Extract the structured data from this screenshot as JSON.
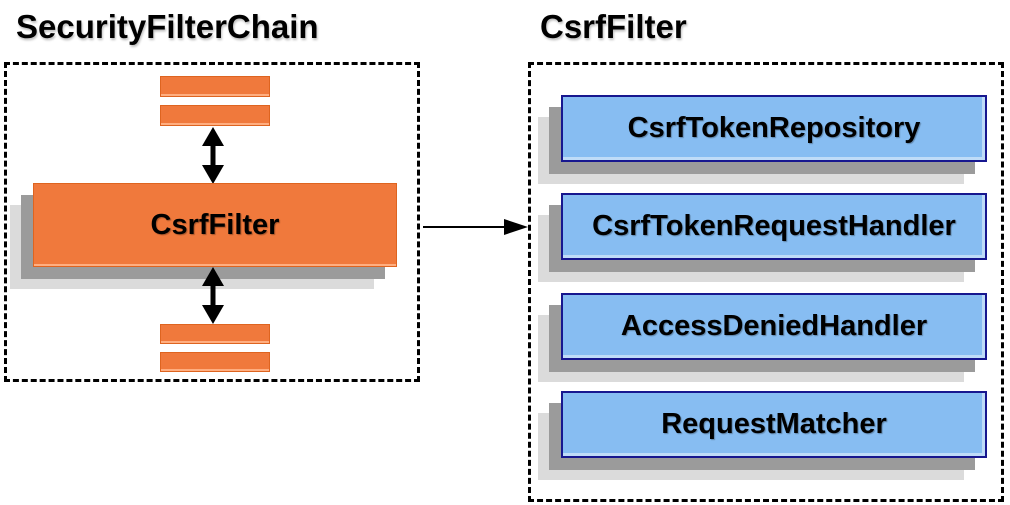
{
  "diagram": {
    "left_panel": {
      "title": "SecurityFilterChain",
      "filter_label": "CsrfFilter"
    },
    "right_panel": {
      "title": "CsrfFilter",
      "components": [
        "CsrfTokenRepository",
        "CsrfTokenRequestHandler",
        "AccessDeniedHandler",
        "RequestMatcher"
      ]
    },
    "colors": {
      "orange_fill": "#F0793C",
      "orange_border": "#DE6420",
      "blue_fill": "#87BDF2",
      "blue_border": "#17178F",
      "shadow_dark": "#9B9B9B",
      "shadow_light": "#DBDBDB",
      "arrow": "#000000",
      "dashed_border": "#000000",
      "text": "#000000"
    }
  }
}
